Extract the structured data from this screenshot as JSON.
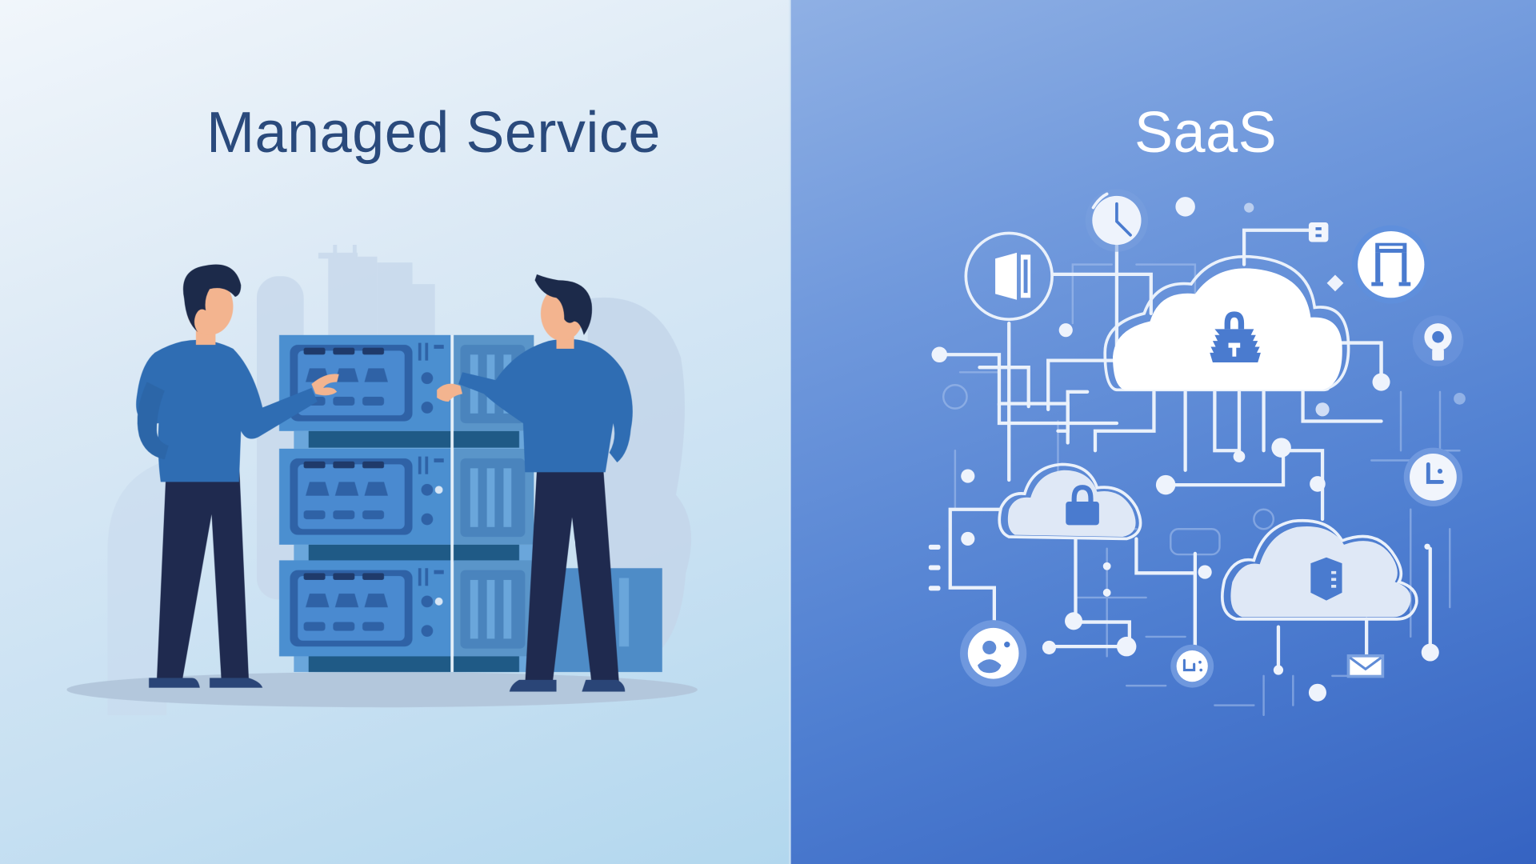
{
  "left_panel": {
    "title": "Managed Service",
    "illustration": "two-technicians-at-server-rack",
    "colors": {
      "title": "#2a4a7c",
      "background_top": "#f1f6fb",
      "background_bottom": "#b2d7ee",
      "shirt": "#2f6db3",
      "pants": "#1f2a4f",
      "hair": "#1c2a4a",
      "skin": "#f3b48f",
      "server": "#4b8fd0",
      "server_dark": "#1f5a86"
    }
  },
  "right_panel": {
    "title": "SaaS",
    "illustration": "cloud-network-diagram",
    "icons": [
      "door-icon",
      "clock-icon",
      "usb-plug-icon",
      "server-stand-icon",
      "lightbulb-icon",
      "timer-icon",
      "user-icon",
      "chat-icon",
      "mail-icon",
      "lock-icon",
      "server-icon"
    ],
    "colors": {
      "title": "#ffffff",
      "background_top": "#8fb0e4",
      "background_bottom": "#3563c2",
      "line": "#eaf1fb",
      "cloud_fill": "#ffffff",
      "cloud_fill_soft": "#dfe8f6",
      "icon_blue": "#4a7bcf"
    }
  }
}
